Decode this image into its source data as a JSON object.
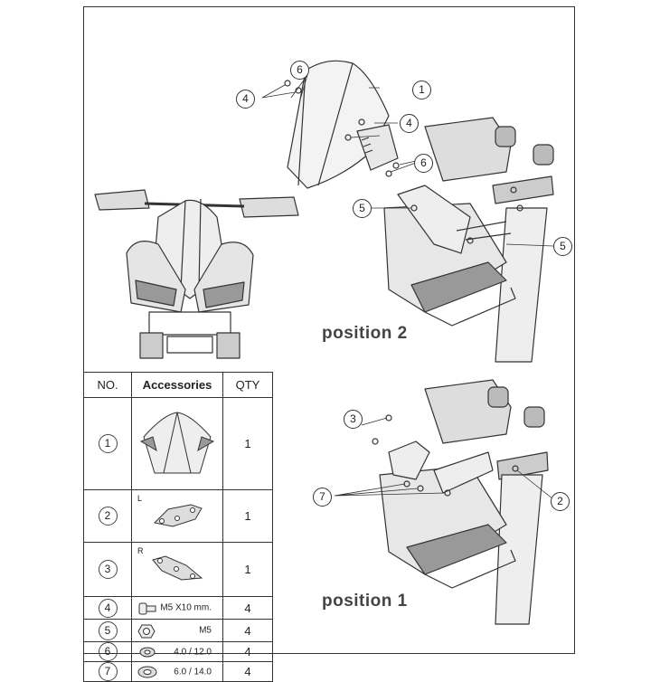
{
  "positions": {
    "position_2": "position 2",
    "position_1": "position 1"
  },
  "callouts": {
    "top": [
      "6",
      "1",
      "4",
      "4",
      "6",
      "5",
      "5"
    ],
    "bottom": [
      "3",
      "7",
      "2"
    ]
  },
  "table": {
    "headers": {
      "no": "NO.",
      "accessories": "Accessories",
      "qty": "QTY"
    },
    "rows": [
      {
        "no": "1",
        "side": "",
        "spec": "",
        "qty": "1",
        "icon": "windscreen-icon"
      },
      {
        "no": "2",
        "side": "L",
        "spec": "",
        "qty": "1",
        "icon": "left-bracket-icon"
      },
      {
        "no": "3",
        "side": "R",
        "spec": "",
        "qty": "1",
        "icon": "right-bracket-icon"
      },
      {
        "no": "4",
        "side": "",
        "spec": "M5 X10 mm.",
        "qty": "4",
        "icon": "bolt-icon"
      },
      {
        "no": "5",
        "side": "",
        "spec": "M5",
        "qty": "4",
        "icon": "nut-icon"
      },
      {
        "no": "6",
        "side": "",
        "spec": "4.0 / 12.0",
        "qty": "4",
        "icon": "washer-small-icon"
      },
      {
        "no": "7",
        "side": "",
        "spec": "6.0 / 14.0",
        "qty": "4",
        "icon": "washer-large-icon"
      }
    ]
  }
}
